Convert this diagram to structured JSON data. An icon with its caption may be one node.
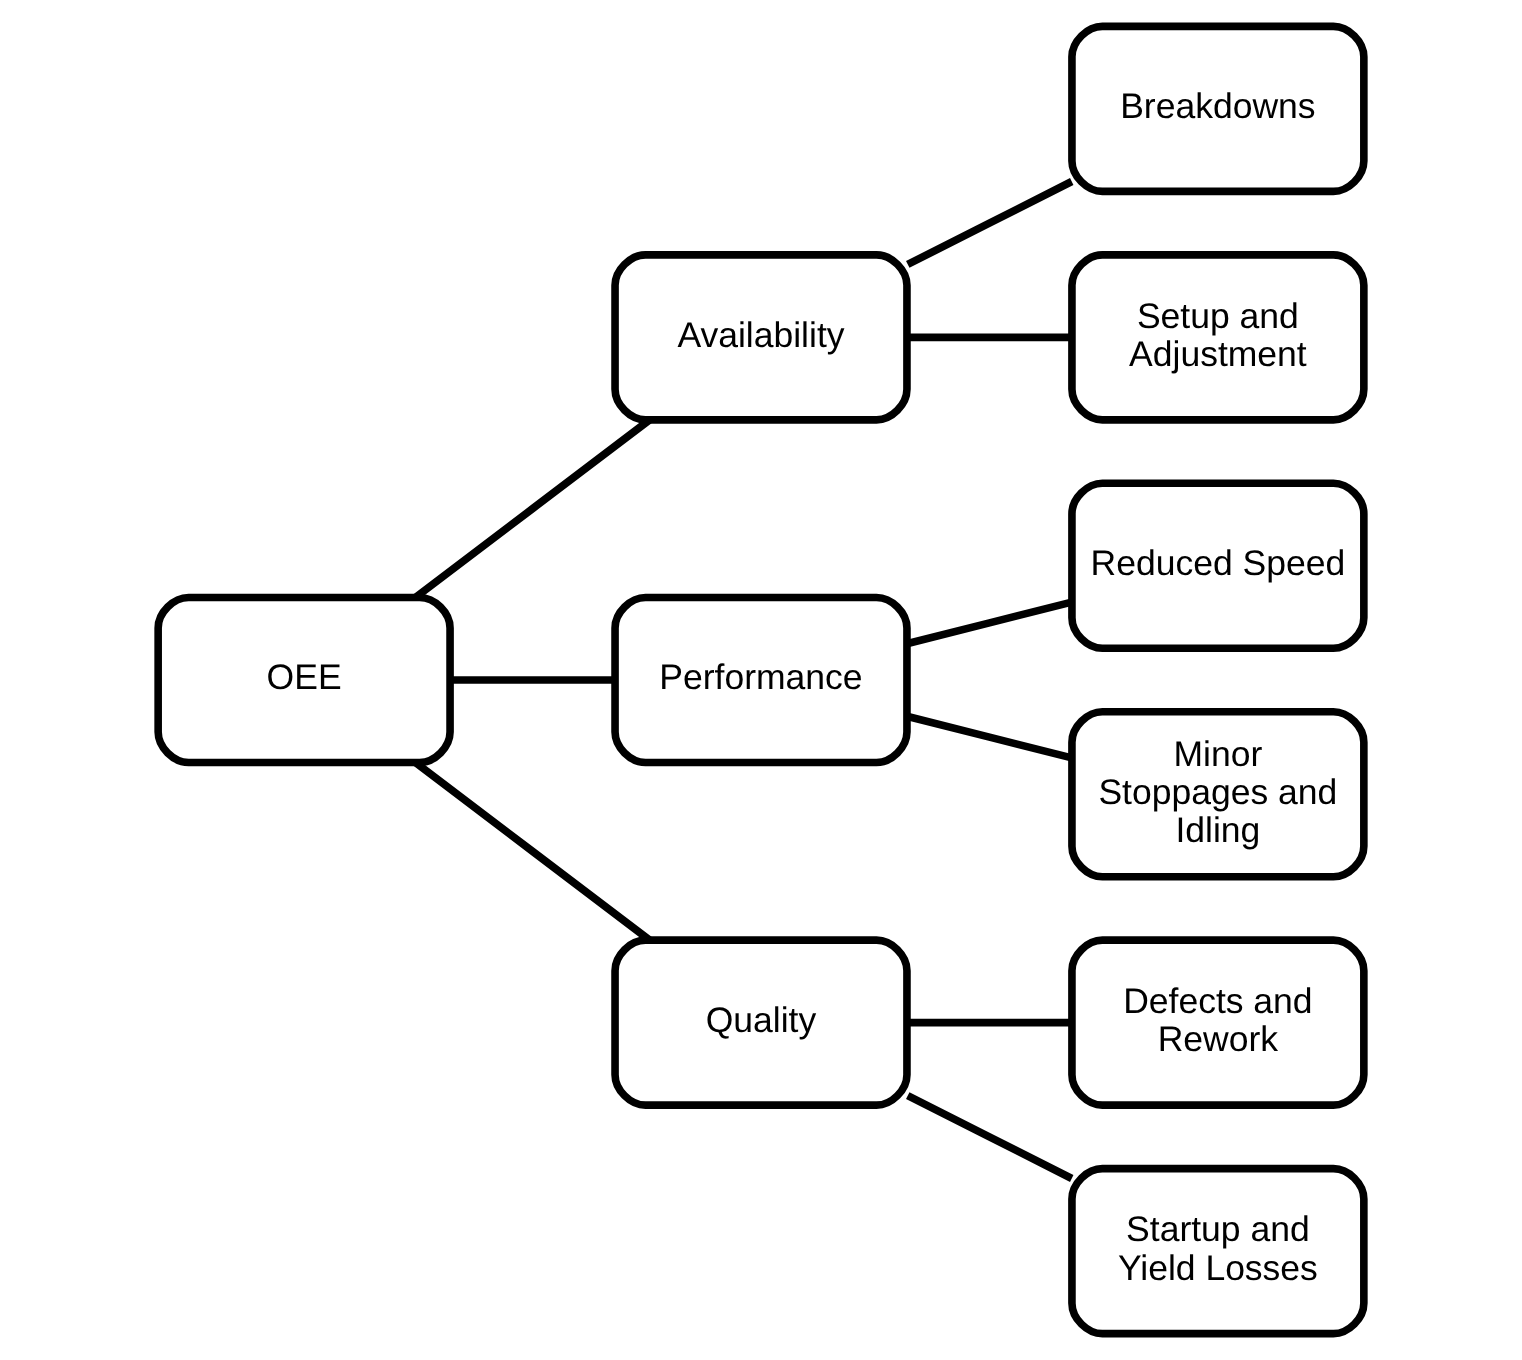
{
  "diagram": {
    "nodes": [
      {
        "text": [
          "OEE"
        ]
      },
      {
        "text": [
          "Availability"
        ]
      },
      {
        "text": [
          "Performance"
        ]
      },
      {
        "text": [
          "Quality"
        ]
      },
      {
        "text": [
          "Breakdowns"
        ]
      },
      {
        "text": [
          "Setup and Adjustment"
        ]
      },
      {
        "text": [
          "Reduced Speed"
        ]
      },
      {
        "text": [
          "Minor Stoppages and Idling"
        ]
      },
      {
        "text": [
          "Defects and Rework"
        ]
      },
      {
        "text": [
          "Startup and Yield Losses"
        ]
      }
    ],
    "edges": [
      {
        "from": 0,
        "to": 1,
        "arrow": "none"
      },
      {
        "from": 0,
        "to": 2,
        "arrow": "none"
      },
      {
        "from": 0,
        "to": 3,
        "arrow": "none"
      },
      {
        "from": 1,
        "to": 4,
        "arrow": "none"
      },
      {
        "from": 1,
        "to": 5,
        "arrow": "none"
      },
      {
        "from": 2,
        "to": 6,
        "arrow": "none"
      },
      {
        "from": 2,
        "to": 7,
        "arrow": "none"
      },
      {
        "from": 3,
        "to": 8,
        "arrow": "none"
      },
      {
        "from": 3,
        "to": 9,
        "arrow": "none"
      }
    ]
  }
}
